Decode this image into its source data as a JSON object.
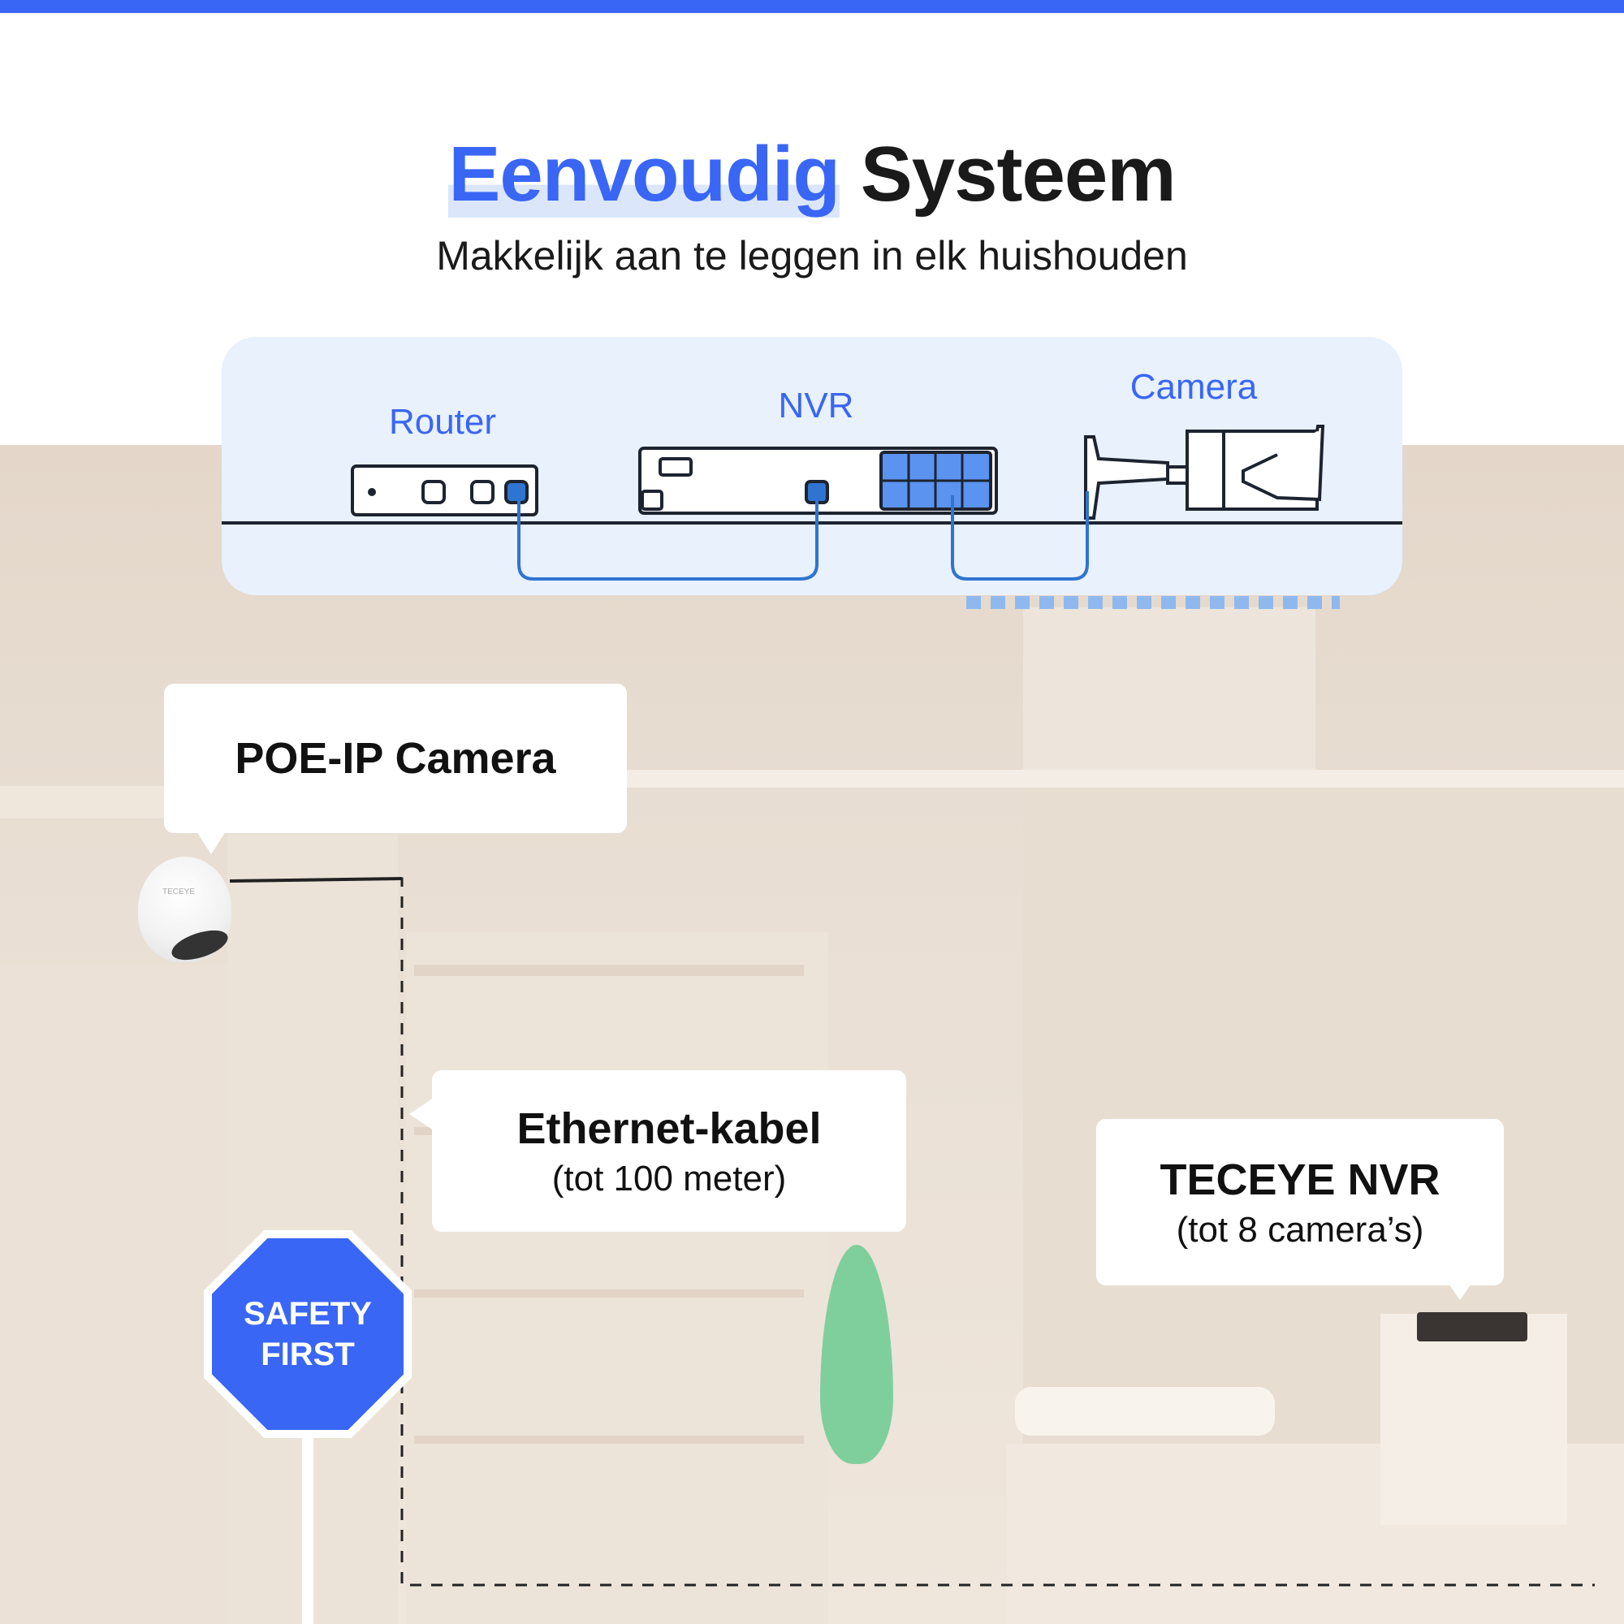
{
  "header": {
    "title_highlight": "Eenvoudig",
    "title_rest": "Systeem",
    "subtitle": "Makkelijk aan te leggen in elk huishouden"
  },
  "diagram": {
    "router_label": "Router",
    "nvr_label": "NVR",
    "camera_label": "Camera"
  },
  "callouts": {
    "camera": {
      "title": "POE-IP Camera"
    },
    "cable": {
      "title": "Ethernet-kabel",
      "detail": "(tot 100 meter)"
    },
    "nvr": {
      "title": "TECEYE NVR",
      "detail": "(tot 8 camera’s)"
    }
  },
  "badge": {
    "line1": "SAFETY",
    "line2": "FIRST"
  },
  "camera_brand": "TECEYE",
  "colors": {
    "accent": "#3a66f5",
    "panel": "#e8f1fc",
    "cable": "#2f74d0"
  }
}
